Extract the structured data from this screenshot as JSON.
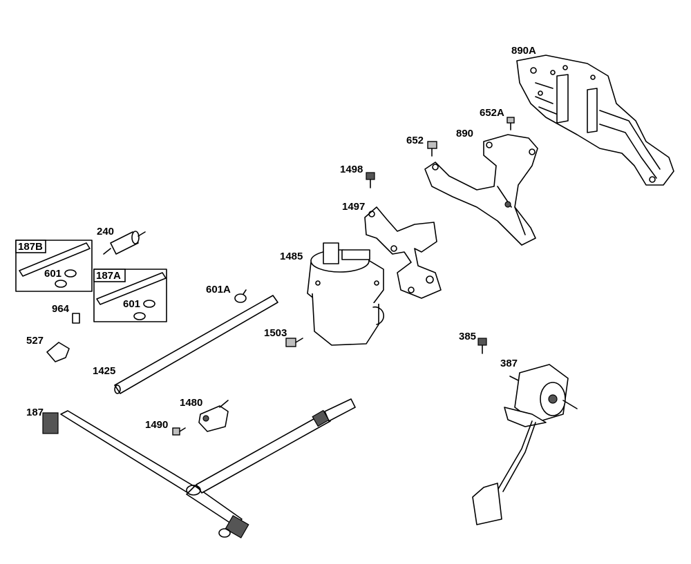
{
  "diagram": {
    "labels": {
      "l890A": "890A",
      "l652A": "652A",
      "l652": "652",
      "l890": "890",
      "l1498": "1498",
      "l1497": "1497",
      "l240": "240",
      "l187B": "187B",
      "l601_b": "601",
      "l187A": "187A",
      "l601_a": "601",
      "l964": "964",
      "l601A": "601A",
      "l1485": "1485",
      "l527": "527",
      "l1503": "1503",
      "l385": "385",
      "l387": "387",
      "l1425": "1425",
      "l1480": "1480",
      "l187": "187",
      "l1490": "1490"
    }
  }
}
